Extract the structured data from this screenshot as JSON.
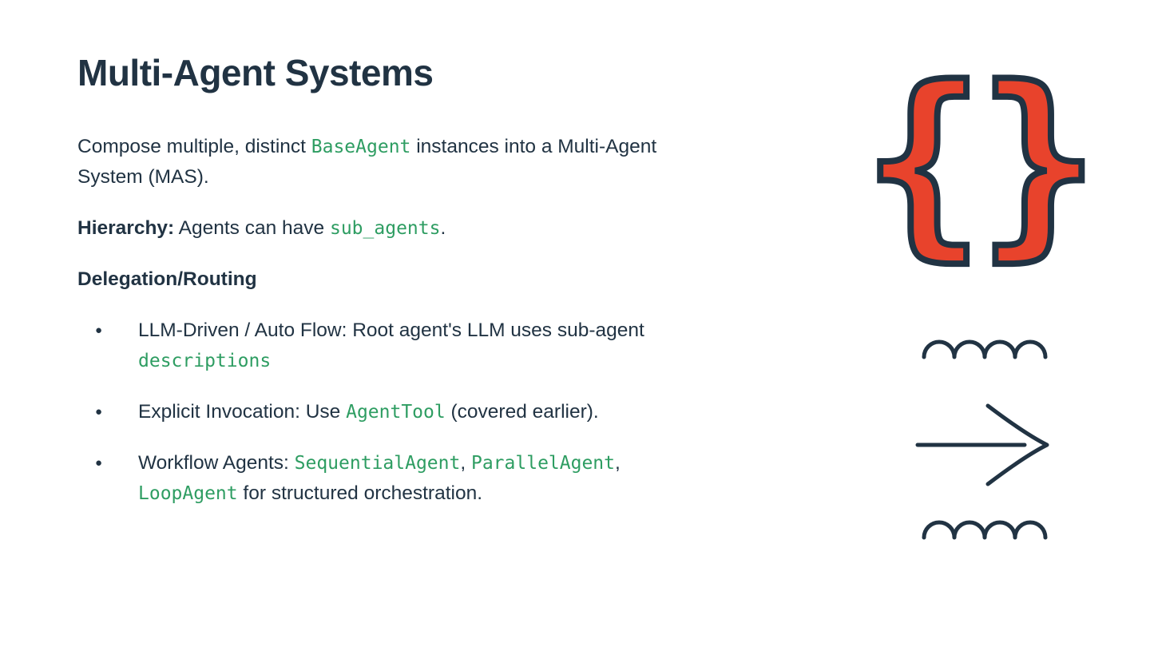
{
  "slide": {
    "title": "Multi-Agent Systems",
    "intro": {
      "segments": [
        {
          "text": "Compose multiple, distinct "
        },
        {
          "text": "BaseAgent",
          "code": true
        },
        {
          "text": " instances into a Multi-Agent System (MAS)."
        }
      ]
    },
    "hierarchy": {
      "label": "Hierarchy:",
      "segments": [
        {
          "text": " Agents can have "
        },
        {
          "text": "sub_agents",
          "code": true
        },
        {
          "text": "."
        }
      ]
    },
    "delegation_heading": "Delegation/Routing",
    "bullet_marker": "●",
    "bullets": [
      {
        "segments": [
          {
            "text": "LLM-Driven / Auto Flow: Root agent's LLM uses sub-agent "
          },
          {
            "text": "descriptions",
            "code": true
          }
        ]
      },
      {
        "segments": [
          {
            "text": "Explicit Invocation: Use "
          },
          {
            "text": "AgentTool",
            "code": true
          },
          {
            "text": " (covered earlier)."
          }
        ]
      },
      {
        "segments": [
          {
            "text": "Workflow Agents: "
          },
          {
            "text": "SequentialAgent",
            "code": true
          },
          {
            "text": ", "
          },
          {
            "text": "ParallelAgent",
            "code": true
          },
          {
            "text": ", "
          },
          {
            "text": "LoopAgent",
            "code": true
          },
          {
            "text": " for structured orchestration."
          }
        ]
      }
    ]
  },
  "graphics": {
    "braces_glyph": "{}",
    "braces_icon_name": "curly-braces-icon",
    "workflow_icon_name": "workflow-arrow-icon"
  },
  "colors": {
    "background": "#FFFFFF",
    "text_navy": "#213343",
    "code_green": "#2E9D62",
    "brace_red": "#E8432C",
    "outline_navy": "#213343"
  }
}
